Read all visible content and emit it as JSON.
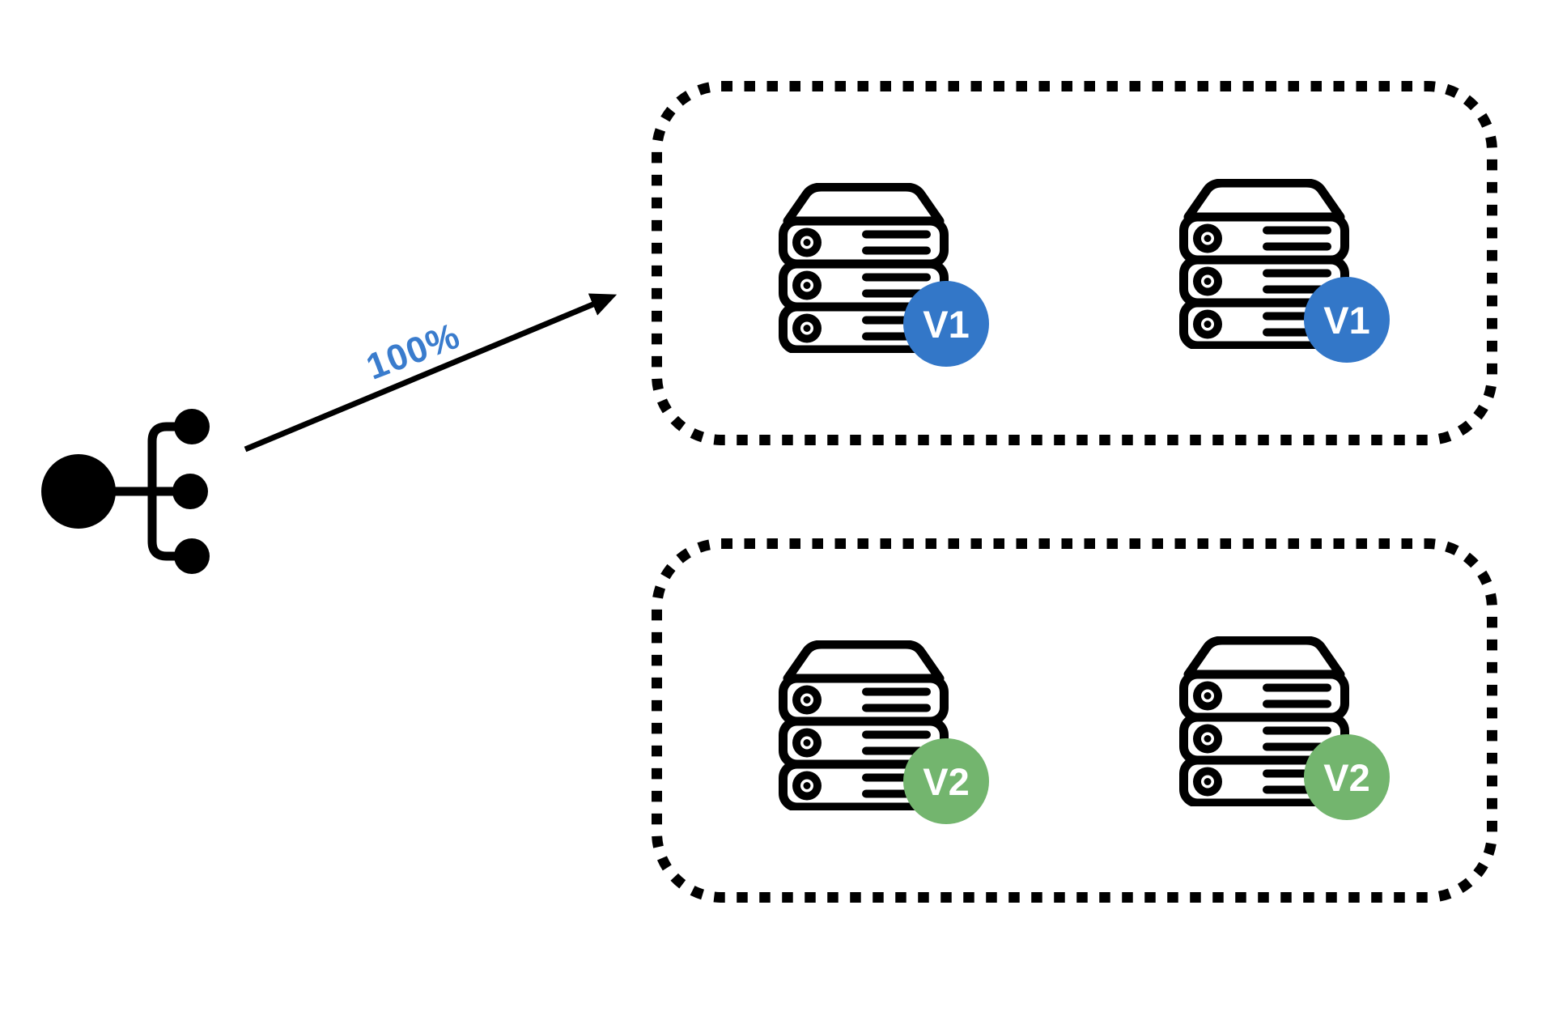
{
  "diagram": {
    "arrow": {
      "label": "100%",
      "label_color": "#3a7ccd",
      "line_color": "#000000"
    },
    "icons": {
      "source": "load-balancer-icon",
      "node": "server-stack-icon"
    },
    "groups": [
      {
        "border_style": "dotted",
        "border_color": "#000000",
        "badge_color": "#3377c8",
        "servers": [
          {
            "badge": "V1"
          },
          {
            "badge": "V1"
          }
        ]
      },
      {
        "border_style": "dotted",
        "border_color": "#000000",
        "badge_color": "#73b56e",
        "servers": [
          {
            "badge": "V2"
          },
          {
            "badge": "V2"
          }
        ]
      }
    ]
  }
}
